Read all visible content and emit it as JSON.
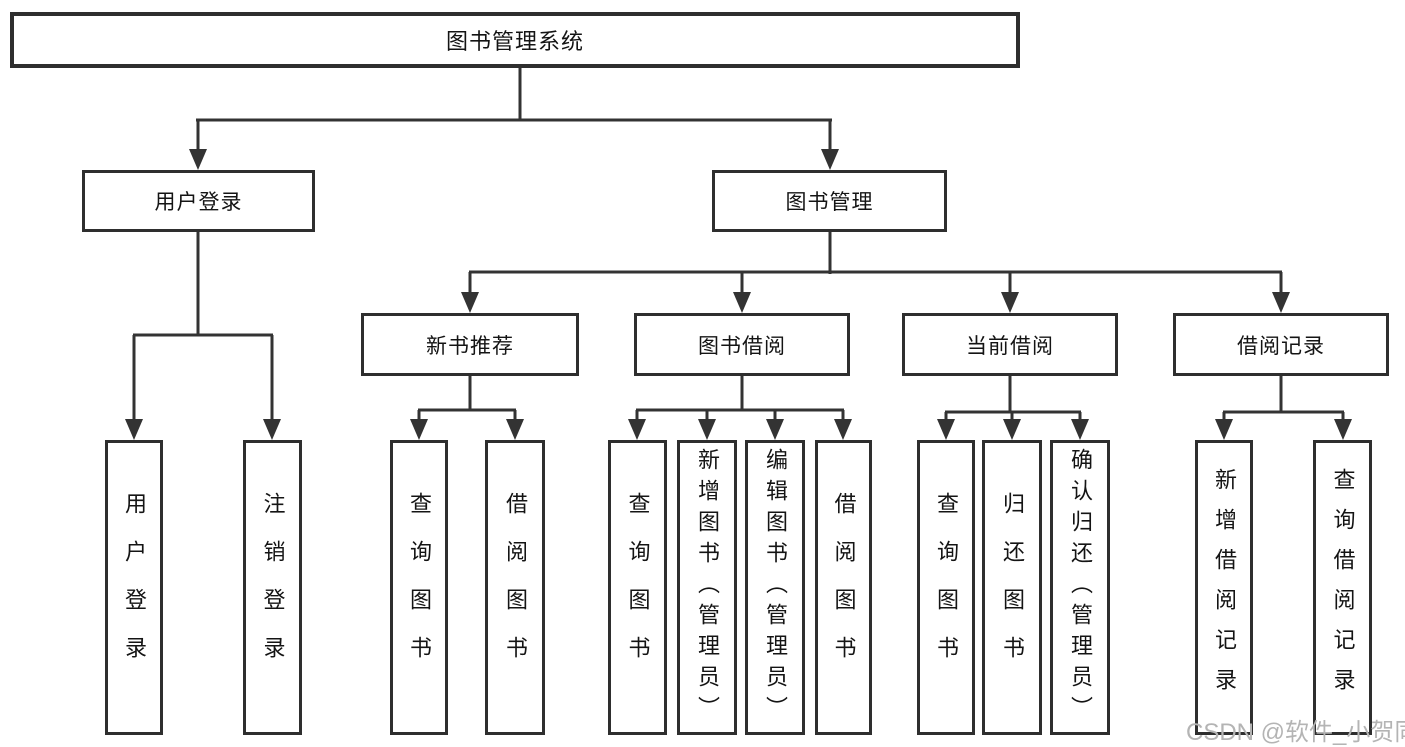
{
  "diagram": {
    "root": {
      "label": "图书管理系统"
    },
    "level2": [
      {
        "label": "用户登录"
      },
      {
        "label": "图书管理"
      }
    ],
    "level3": [
      {
        "label": "新书推荐"
      },
      {
        "label": "图书借阅"
      },
      {
        "label": "当前借阅"
      },
      {
        "label": "借阅记录"
      }
    ],
    "leaves": {
      "login": [
        {
          "label": "用户登录"
        },
        {
          "label": "注销登录"
        }
      ],
      "recommend": [
        {
          "label": "查询图书"
        },
        {
          "label": "借阅图书"
        }
      ],
      "borrow": [
        {
          "label": "查询图书"
        },
        {
          "label": "新增图书（管理员）"
        },
        {
          "label": "编辑图书（管理员）"
        },
        {
          "label": "借阅图书"
        }
      ],
      "current": [
        {
          "label": "查询图书"
        },
        {
          "label": "归还图书"
        },
        {
          "label": "确认归还（管理员）"
        }
      ],
      "records": [
        {
          "label": "新增借阅记录"
        },
        {
          "label": "查询借阅记录"
        }
      ]
    },
    "watermark": "CSDN @软件_小贺同学",
    "colors": {
      "line": "#333333",
      "border": "#2e2e2e",
      "text": "#141414",
      "background": "#ffffff",
      "watermark": "#b4b4b4"
    }
  }
}
